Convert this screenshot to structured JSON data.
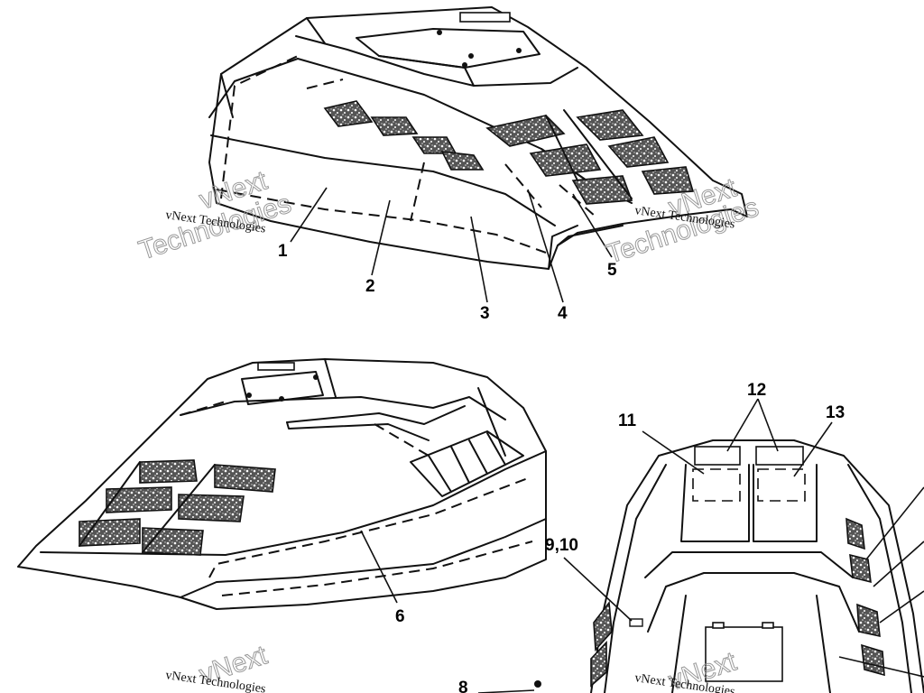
{
  "callouts": {
    "c1": "1",
    "c2": "2",
    "c3": "3",
    "c4": "4",
    "c5": "5",
    "c6": "6",
    "c8": "8",
    "c910": "9,10",
    "c11": "11",
    "c12": "12",
    "c13": "13"
  },
  "watermark": {
    "company": "vNext Technologies",
    "brand_a": "vNext",
    "brand_b": "Technologies"
  },
  "colors": {
    "ink": "#111111",
    "paper": "#ffffff",
    "watermark": "#999999"
  }
}
